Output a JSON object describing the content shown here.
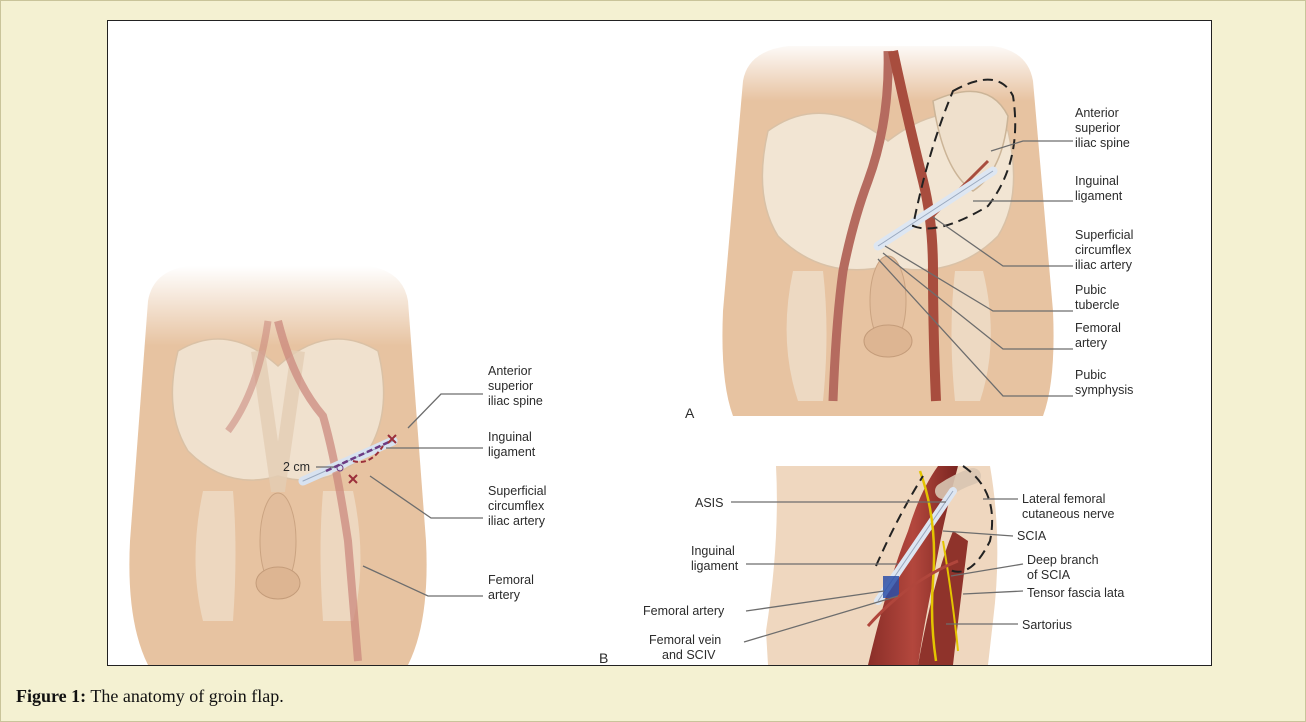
{
  "caption": {
    "label": "Figure 1:",
    "text": "The anatomy of groin flap."
  },
  "panel_b": {
    "label": "B",
    "distance": "2 cm",
    "labels": {
      "asis": [
        "Anterior",
        "superior",
        "iliac spine"
      ],
      "inguinal": [
        "Inguinal",
        "ligament"
      ],
      "scia": [
        "Superficial",
        "circumflex",
        "iliac artery"
      ],
      "femoral": [
        "Femoral",
        "artery"
      ]
    }
  },
  "panel_a": {
    "label": "A",
    "labels": {
      "asis": [
        "Anterior",
        "superior",
        "iliac spine"
      ],
      "inguinal": [
        "Inguinal",
        "ligament"
      ],
      "scia": [
        "Superficial",
        "circumflex",
        "iliac artery"
      ],
      "pubic_tubercle": [
        "Pubic",
        "tubercle"
      ],
      "femoral": [
        "Femoral",
        "artery"
      ],
      "symphysis": [
        "Pubic",
        "symphysis"
      ]
    }
  },
  "panel_detail": {
    "labels": {
      "asis": "ASIS",
      "inguinal": [
        "Inguinal",
        "ligament"
      ],
      "femoral_artery": "Femoral artery",
      "femoral_vein": [
        "Femoral vein",
        "and SCIV"
      ],
      "lfcn": [
        "Lateral femoral",
        "cutaneous nerve"
      ],
      "scia": "SCIA",
      "deep_branch": [
        "Deep branch",
        "of SCIA"
      ],
      "tensor": "Tensor fascia lata",
      "sartorius": "Sartorius"
    }
  },
  "colors": {
    "skin": "#e9c8a8",
    "bone": "#f1e6d6",
    "artery": "#a84d3e",
    "ligament": "#dde6f2",
    "leader": "#6d6d6d"
  }
}
